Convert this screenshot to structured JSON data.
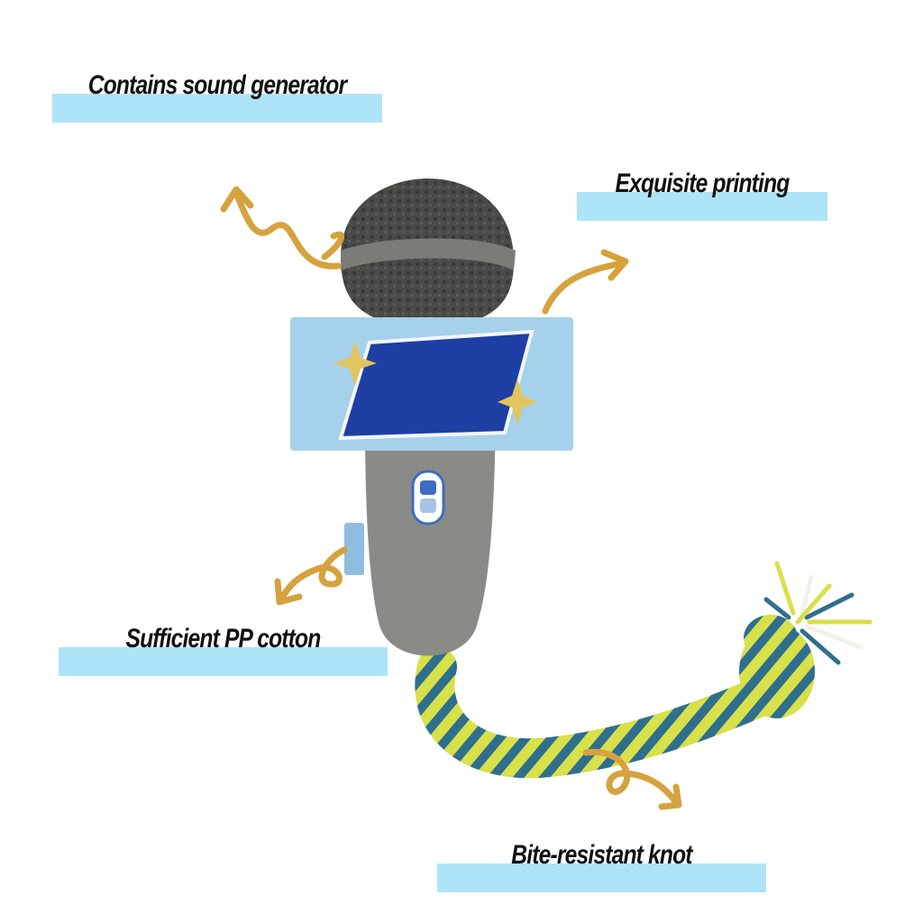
{
  "labels": {
    "sound": "Contains sound generator",
    "printing": "Exquisite printing",
    "cotton": "Sufficient PP cotton",
    "knot": "Bite-resistant knot"
  },
  "colors": {
    "label_band": "#aee4f7",
    "arrow": "#d6a23e",
    "mic_head": "#4a4a48",
    "mic_ring": "#7b7c78",
    "mic_body": "#8a8b86",
    "sign_bg": "#a6d1ea",
    "sign_panel": "#1e3fa3",
    "star": "#e3c45e",
    "rope_yellow": "#d8e04a",
    "rope_blue": "#2f6f8e"
  },
  "icons": [
    "curved-arrow-icon",
    "sparkle-star-icon",
    "mic-switch-icon"
  ]
}
